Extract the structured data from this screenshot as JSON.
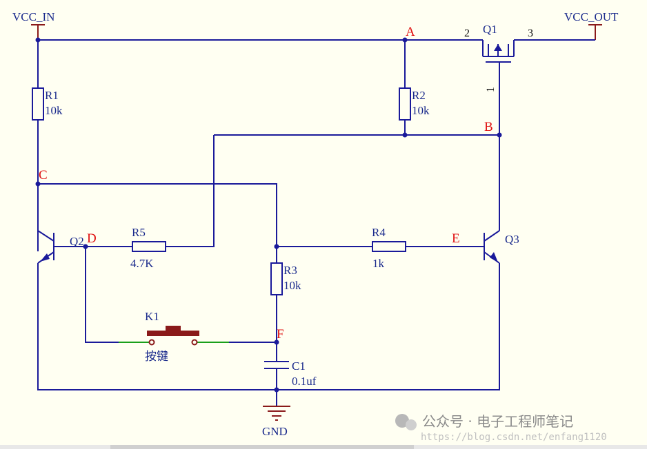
{
  "nodes": {
    "A": "A",
    "B": "B",
    "C": "C",
    "D": "D",
    "E": "E",
    "F": "F"
  },
  "power": {
    "vcc_in": "VCC_IN",
    "vcc_out": "VCC_OUT",
    "gnd": "GND"
  },
  "components": {
    "q1": {
      "ref": "Q1",
      "pin1": "1",
      "pin2": "2",
      "pin3": "3"
    },
    "r1": {
      "ref": "R1",
      "value": "10k"
    },
    "r2": {
      "ref": "R2",
      "value": "10k"
    },
    "r3": {
      "ref": "R3",
      "value": "10k"
    },
    "r4": {
      "ref": "R4",
      "value": "1k"
    },
    "r5": {
      "ref": "R5",
      "value": "4.7K"
    },
    "q2": {
      "ref": "Q2"
    },
    "q3": {
      "ref": "Q3"
    },
    "c1": {
      "ref": "C1",
      "value": "0.1uf"
    },
    "k1": {
      "ref": "K1",
      "value": "按键"
    }
  },
  "watermark": {
    "text": "公众号 · 电子工程师笔记",
    "url": "https://blog.csdn.net/enfang1120"
  },
  "colors": {
    "wire": "#1a1a9a",
    "node_label": "#e01010",
    "button": "#8a1a1a",
    "button_lead": "#1aa01a",
    "background": "#fffff2"
  }
}
